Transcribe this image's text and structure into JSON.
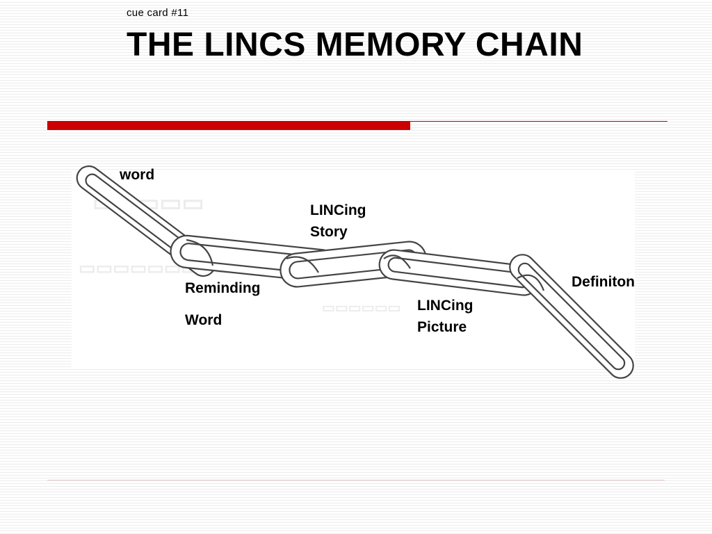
{
  "slide": {
    "subtitle": "cue card #11",
    "title": "THE LINCS MEMORY CHAIN"
  },
  "diagram": {
    "labels": {
      "word": "word",
      "reminding": "Reminding",
      "reminding_word": "Word",
      "story_1": "LINCing",
      "story_2": "Story",
      "picture_1": "LINCing",
      "picture_2": "Picture",
      "definition": "Definiton"
    }
  }
}
